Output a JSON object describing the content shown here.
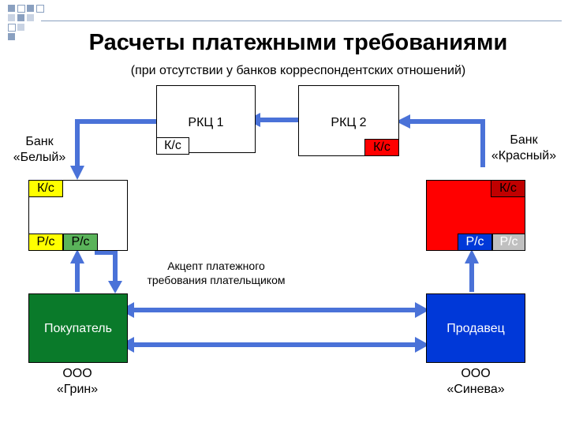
{
  "title": "Расчеты платежными требованиями",
  "subtitle": "(при отсутствии у банков корреспондентских отношений)",
  "rkc1": {
    "label": "РКЦ 1",
    "account": "К/с"
  },
  "rkc2": {
    "label": "РКЦ 2",
    "account": "К/с"
  },
  "bank_white": {
    "name_line1": "Банк",
    "name_line2": "«Белый»",
    "ks": "К/с",
    "rs1": "Р/с",
    "rs2": "Р/с"
  },
  "bank_red": {
    "name_line1": "Банк",
    "name_line2": "«Красный»",
    "ks": "К/с",
    "rs1": "Р/с",
    "rs2": "Р/с"
  },
  "buyer": {
    "label": "Покупатель",
    "org_line1": "ООО",
    "org_line2": "«Грин»"
  },
  "seller": {
    "label": "Продавец",
    "org_line1": "ООО",
    "org_line2": "«Синева»"
  },
  "acceptance": {
    "line1": "Акцепт платежного",
    "line2": "требования плательщиком"
  },
  "colors": {
    "arrow": "#4a72d8",
    "yellow": "#ffff00",
    "green": "#5ab35a",
    "red": "#ff0000",
    "dark_red": "#c00000",
    "green_box": "#0a7a2a",
    "blue_box": "#0038d8",
    "gray": "#c0c0c0"
  }
}
